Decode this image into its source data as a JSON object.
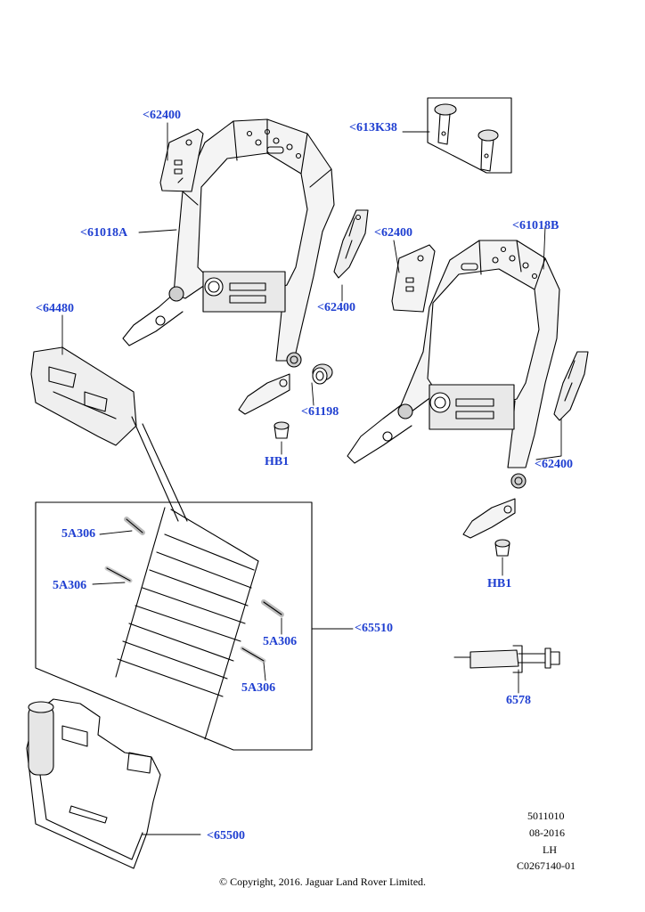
{
  "colors": {
    "label": "#1f3fd1",
    "line": "#000000",
    "background": "#ffffff"
  },
  "labels": {
    "l62400_a": "<62400",
    "l61018a": "<61018A",
    "l613k38": "<613K38",
    "l62400_b": "<62400",
    "l61018b": "<61018B",
    "l62400_c": "<62400",
    "l64480": "<64480",
    "l61198": "<61198",
    "hb1_a": "HB1",
    "l62400_d": "<62400",
    "hb1_b": "HB1",
    "l5a306_a": "5A306",
    "l5a306_b": "5A306",
    "l65510": "<65510",
    "l5a306_c": "5A306",
    "l5a306_d": "5A306",
    "l6578": "6578",
    "l65500": "<65500"
  },
  "info_block": {
    "code": "5011010",
    "date": "08-2016",
    "side": "LH",
    "ref": "C0267140-01"
  },
  "copyright": "© Copyright, 2016. Jaguar Land Rover Limited."
}
